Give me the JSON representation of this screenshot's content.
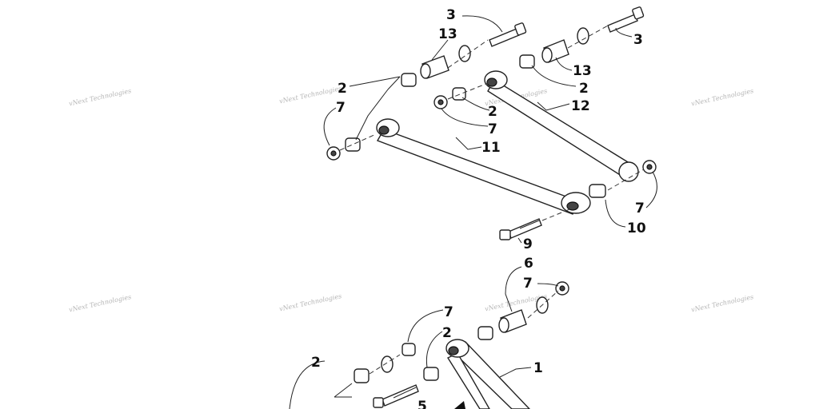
{
  "watermark": {
    "text": "vNext Technologies"
  },
  "callouts": [
    {
      "id": "c-3-top",
      "label": "3"
    },
    {
      "id": "c-13-top",
      "label": "13"
    },
    {
      "id": "c-3-right",
      "label": "3"
    },
    {
      "id": "c-13-right",
      "label": "13"
    },
    {
      "id": "c-2-left",
      "label": "2"
    },
    {
      "id": "c-7-left",
      "label": "7"
    },
    {
      "id": "c-2-mid",
      "label": "2"
    },
    {
      "id": "c-2-mid2",
      "label": "2"
    },
    {
      "id": "c-12",
      "label": "12"
    },
    {
      "id": "c-7-mid",
      "label": "7"
    },
    {
      "id": "c-11",
      "label": "11"
    },
    {
      "id": "c-7-right",
      "label": "7"
    },
    {
      "id": "c-10",
      "label": "10"
    },
    {
      "id": "c-9",
      "label": "9"
    },
    {
      "id": "c-6",
      "label": "6"
    },
    {
      "id": "c-7-lower",
      "label": "7"
    },
    {
      "id": "c-7-lower2",
      "label": "7"
    },
    {
      "id": "c-2-lower",
      "label": "2"
    },
    {
      "id": "c-1",
      "label": "1"
    },
    {
      "id": "c-2-lower-left",
      "label": "2"
    },
    {
      "id": "c-5",
      "label": "5"
    }
  ]
}
